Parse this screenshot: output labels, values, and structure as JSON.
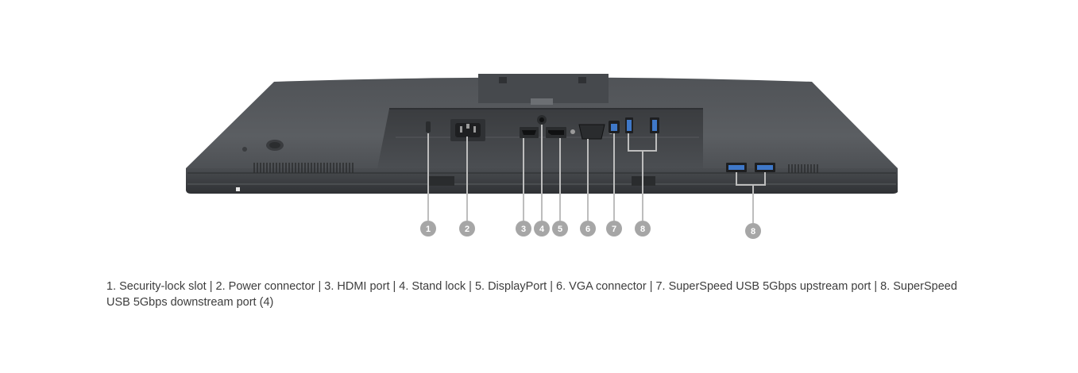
{
  "caption": "1. Security-lock slot | 2. Power connector | 3. HDMI port | 4. Stand lock | 5. DisplayPort | 6. VGA connector | 7. SuperSpeed USB 5Gbps upstream port | 8. SuperSpeed USB 5Gbps downstream port (4)",
  "callouts": [
    "1",
    "2",
    "3",
    "4",
    "5",
    "6",
    "7",
    "8",
    "8"
  ],
  "colors": {
    "monitor_body": "#55585c",
    "monitor_edge": "#3b3d40",
    "callout_circle": "#a6a6a6",
    "leader_line": "#bdbdbd",
    "usb_blue": "#3f78c8",
    "caption_text": "#3d3d3d"
  },
  "icons": {
    "security_lock": "security-lock-slot-icon",
    "power": "power-connector-icon",
    "hdmi": "hdmi-port-icon",
    "stand_lock": "stand-lock-icon",
    "displayport": "displayport-icon",
    "vga": "vga-connector-icon",
    "usb_upstream": "usb-upstream-port-icon",
    "usb_downstream": "usb-downstream-port-icon"
  }
}
